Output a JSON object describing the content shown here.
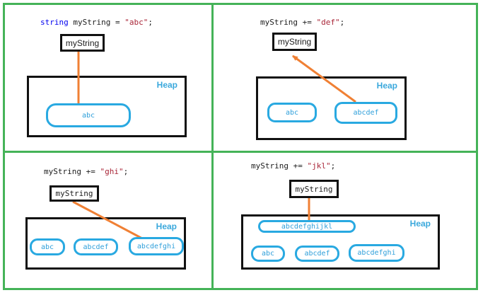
{
  "diagram": {
    "title_hint": "string immutability heap diagram",
    "colors": {
      "grid_green": "#45b358",
      "box_black": "#111111",
      "pointer_orange": "#f08034",
      "heap_blue": "#29a9e1",
      "code_keyword_blue": "#0000f0",
      "code_literal_red": "#a92638",
      "code_plain": "#1c1c1c"
    },
    "panels": [
      {
        "code_segments": [
          "string",
          " myString = ",
          "\"abc\"",
          ";"
        ],
        "variable_label": "myString",
        "heap_label": "Heap",
        "heap_objects": [
          "abc"
        ]
      },
      {
        "code_segments": [
          "myString += ",
          "\"def\"",
          ";"
        ],
        "variable_label": "myString",
        "heap_label": "Heap",
        "heap_objects": [
          "abc",
          "abcdef"
        ]
      },
      {
        "code_segments": [
          "myString += ",
          "\"ghi\"",
          ";"
        ],
        "variable_label": "myString",
        "heap_label": "Heap",
        "heap_objects": [
          "abc",
          "abcdef",
          "abcdefghi"
        ]
      },
      {
        "code_segments": [
          "myString += ",
          "\"jkl\"",
          ";"
        ],
        "variable_label": "myString",
        "heap_label": "Heap",
        "heap_objects": [
          "abcdefghijkl",
          "abc",
          "abcdef",
          "abcdefghi"
        ]
      }
    ]
  }
}
